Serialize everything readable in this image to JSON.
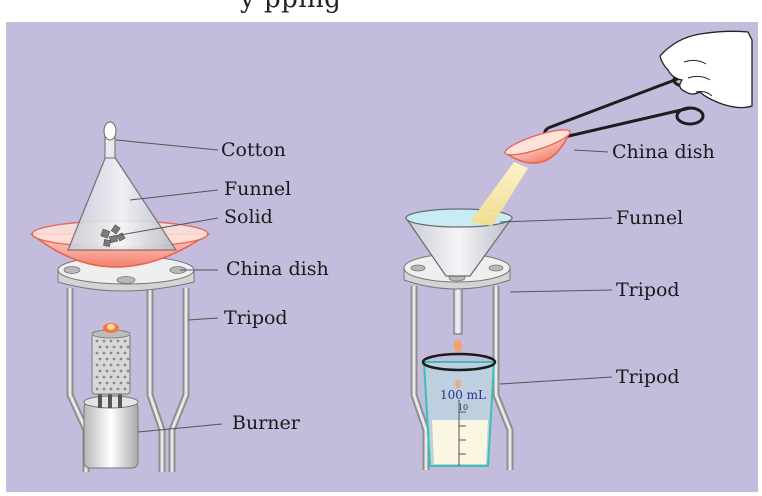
{
  "caption_fragment": "y     pping",
  "labels": {
    "cotton": "Cotton",
    "funnel_left": "Funnel",
    "solid": "Solid",
    "china_dish_left": "China dish",
    "tripod_left": "Tripod",
    "burner": "Burner",
    "china_dish_right": "China dish",
    "funnel_right": "Funnel",
    "tripod_right_top": "Tripod",
    "tripod_right_bottom": "Tripod"
  },
  "beaker": {
    "volume_label": "100 mL",
    "mark": "10"
  },
  "colors": {
    "background": "#c3bcdc",
    "china_dish": "#f59a8c",
    "funnel": "#e6e8ec",
    "liquid": "#f6e9a8",
    "beaker": "#7fd6d0"
  }
}
